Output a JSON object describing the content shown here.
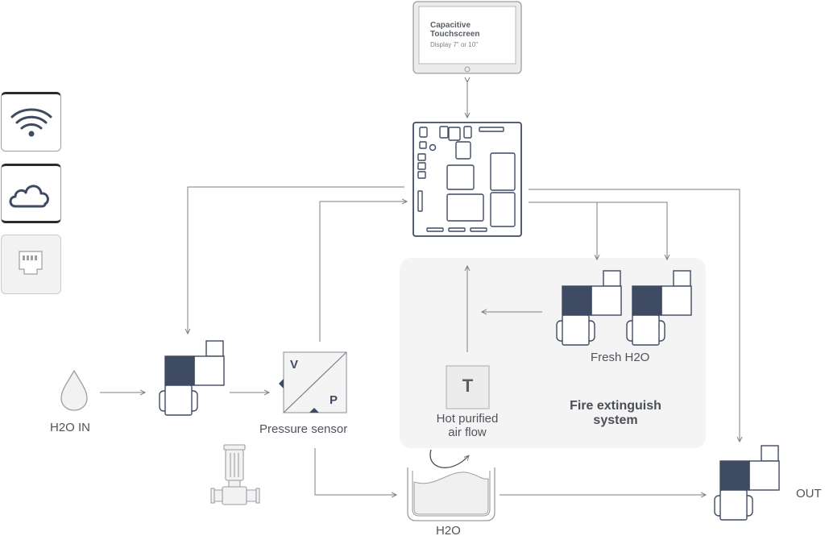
{
  "touchscreen": {
    "title_line1": "Capacitive",
    "title_line2": "Touchscreen",
    "subtitle": "Display 7\" or 10\""
  },
  "sensor": {
    "label": "Pressure sensor",
    "letter_v": "V",
    "letter_p": "P"
  },
  "inlet": {
    "label": "H2O IN"
  },
  "tank": {
    "label": "H2O"
  },
  "outlet": {
    "label": "OUT"
  },
  "fire_system": {
    "title_line1": "Fire extinguish",
    "title_line2": "system",
    "fresh_label": "Fresh H2O"
  },
  "temp_sensor": {
    "letter": "T",
    "label_line1": "Hot purified",
    "label_line2": "air flow"
  },
  "connectivity": {
    "icons": [
      "wifi-icon",
      "cloud-icon",
      "ethernet-icon"
    ]
  },
  "colors": {
    "line": "#7a8089",
    "dark": "#3f4a63",
    "panel": "#f4f4f4",
    "text": "#4f545c"
  }
}
